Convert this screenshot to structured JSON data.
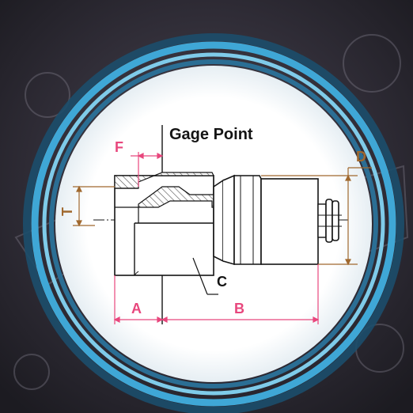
{
  "labels": {
    "gage_point": "Gage Point",
    "F": "F",
    "D": "D",
    "T": "T",
    "C": "C",
    "A": "A",
    "B": "B"
  },
  "colors": {
    "dim_pink": "#e8477d",
    "dim_brown": "#a0682e",
    "ink": "#141414",
    "hatch": "#555555",
    "ring_blue": "#3fa7d6",
    "ring_dark": "#1c4e6c",
    "background": "#2c2a33"
  }
}
